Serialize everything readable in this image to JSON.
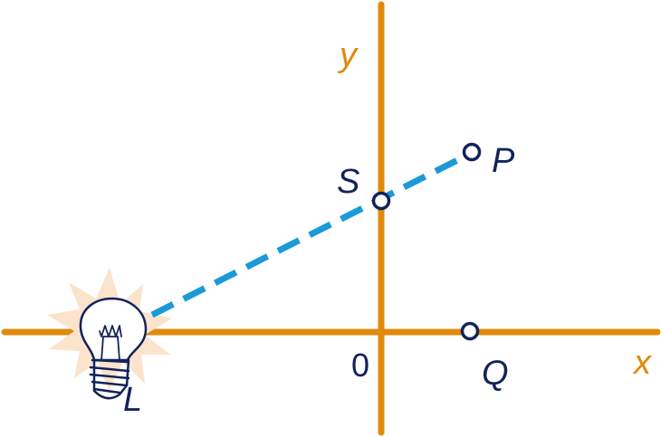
{
  "axes": {
    "x_label": "x",
    "y_label": "y",
    "origin_label": "0"
  },
  "points": {
    "S": "S",
    "P": "P",
    "Q": "Q",
    "L": "L"
  },
  "colors": {
    "axis": "#E08A0B",
    "ray": "#1A9AD6",
    "label": "#12235A",
    "point_stroke": "#12235A",
    "glow": "#FBE3CC",
    "bulb_outline": "#12235A"
  },
  "icons": {
    "light_source": "light-bulb-icon"
  }
}
